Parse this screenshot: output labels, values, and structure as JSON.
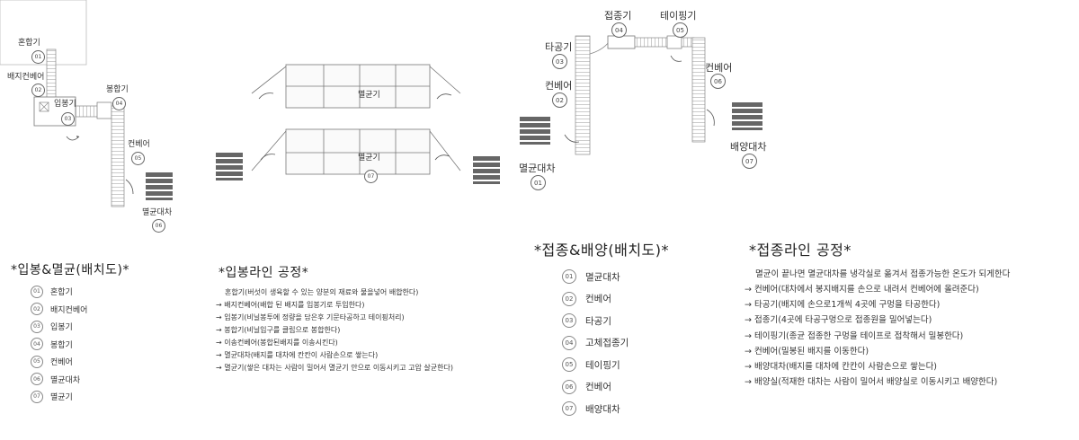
{
  "sections": {
    "packing": {
      "heading": "*입봉&멸균(배치도)*",
      "legend": [
        {
          "num": "01",
          "label": "혼합기"
        },
        {
          "num": "02",
          "label": "배지컨베어"
        },
        {
          "num": "03",
          "label": "입봉기"
        },
        {
          "num": "04",
          "label": "봉합기"
        },
        {
          "num": "05",
          "label": "컨베어"
        },
        {
          "num": "06",
          "label": "멸균대차"
        },
        {
          "num": "07",
          "label": "멸균기"
        }
      ]
    },
    "packing_line": {
      "heading": "*입봉라인 공정*",
      "intro": "혼합기(버섯이 생육할 수 있는 양분의 재료와 물을넣어 배합한다)",
      "steps": [
        "배지컨베어(배합 된 배지를 입봉기로 투입한다)",
        "입봉기(비닐봉투에 정량을 담은후 기문타공하고 테이핑처리)",
        "봉합기(비닐입구를 클립으로 봉합한다)",
        "이송컨베어(봉합된배지를 이송시킨다)",
        "멸균대차(배지를 대차에 칸칸이 사람손으로 쌓는다)",
        "멸균기(쌓은 대차는 사람이 밀어서 멸균기 안으로 이동시키고 고압 살균한다)"
      ]
    },
    "inoculation": {
      "heading": "*접종&배양(배치도)*",
      "legend": [
        {
          "num": "01",
          "label": "멸균대차"
        },
        {
          "num": "02",
          "label": "컨베어"
        },
        {
          "num": "03",
          "label": "타공기"
        },
        {
          "num": "04",
          "label": "고체접종기"
        },
        {
          "num": "05",
          "label": "테이핑기"
        },
        {
          "num": "06",
          "label": "컨베어"
        },
        {
          "num": "07",
          "label": "배양대차"
        }
      ]
    },
    "inoculation_line": {
      "heading": "*접종라인 공정*",
      "intro": "멸균이 끝나면 멸균대차를 냉각실로 옮겨서 접종가능한 온도가 되게한다",
      "steps": [
        "컨베어(대차에서 봉지배지를 손으로 내려서 컨베어에 올려준다)",
        "타공기(배지에 손으로1개씩 4곳에 구멍을 타공한다)",
        "접종기(4곳에 타공구멍으로 접종원을 밀어넣는다)",
        "테이핑기(종균 접종한 구멍을 테이프로 접착해서 밀봉한다)",
        "컨베어(밀봉된 배지를 이동한다)",
        "배양대차(배지를 대차에 칸칸이 사람손으로 쌓는다)",
        "배양실(적재한 대차는 사람이 밀어서 배양실로 이동시키고 배양한다)"
      ]
    }
  },
  "diagram_labels": {
    "d1": {
      "mixer": "혼합기",
      "feed_conveyor": "배지컨베어",
      "bagger": "입봉기",
      "sealer": "봉합기",
      "conveyor": "컨베어",
      "cart": "멸균대차"
    },
    "d2": {
      "autoclave_top": "멸균기",
      "autoclave_bottom": "멸균기"
    },
    "d3": {
      "inoculator": "접종기",
      "taping": "테이핑기",
      "puncher": "타공기",
      "conveyor_left": "컨베어",
      "conveyor_right": "컨베어",
      "sterile_cart": "멸균대차",
      "culture_cart": "배양대차"
    },
    "nums": {
      "n01": "01",
      "n02": "02",
      "n03": "03",
      "n04": "04",
      "n05": "05",
      "n06": "06",
      "n07": "07"
    }
  }
}
